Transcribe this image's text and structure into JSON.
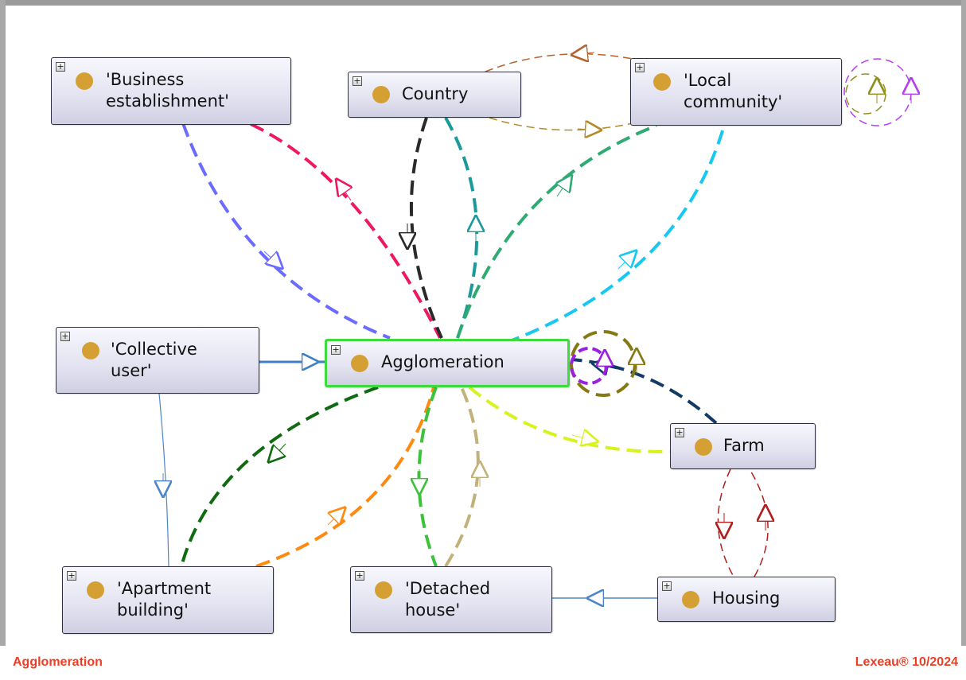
{
  "nodes": {
    "business": {
      "label": "'Business\nestablishment'"
    },
    "country": {
      "label": "Country"
    },
    "local": {
      "label": "'Local\ncommunity'"
    },
    "collective": {
      "label": "'Collective\nuser'"
    },
    "agglomeration": {
      "label": "Agglomeration"
    },
    "farm": {
      "label": "Farm"
    },
    "apartment": {
      "label": "'Apartment\nbuilding'"
    },
    "detached": {
      "label": "'Detached\nhouse'"
    },
    "housing": {
      "label": "Housing"
    }
  },
  "expand_glyph": "+",
  "footer": {
    "left": "Agglomeration",
    "right": "Lexeau® 10/2024"
  },
  "colors": {
    "node_dot": "#d4a033",
    "selected_border": "#3ddb3d",
    "footer_text": "#ef3d24"
  }
}
